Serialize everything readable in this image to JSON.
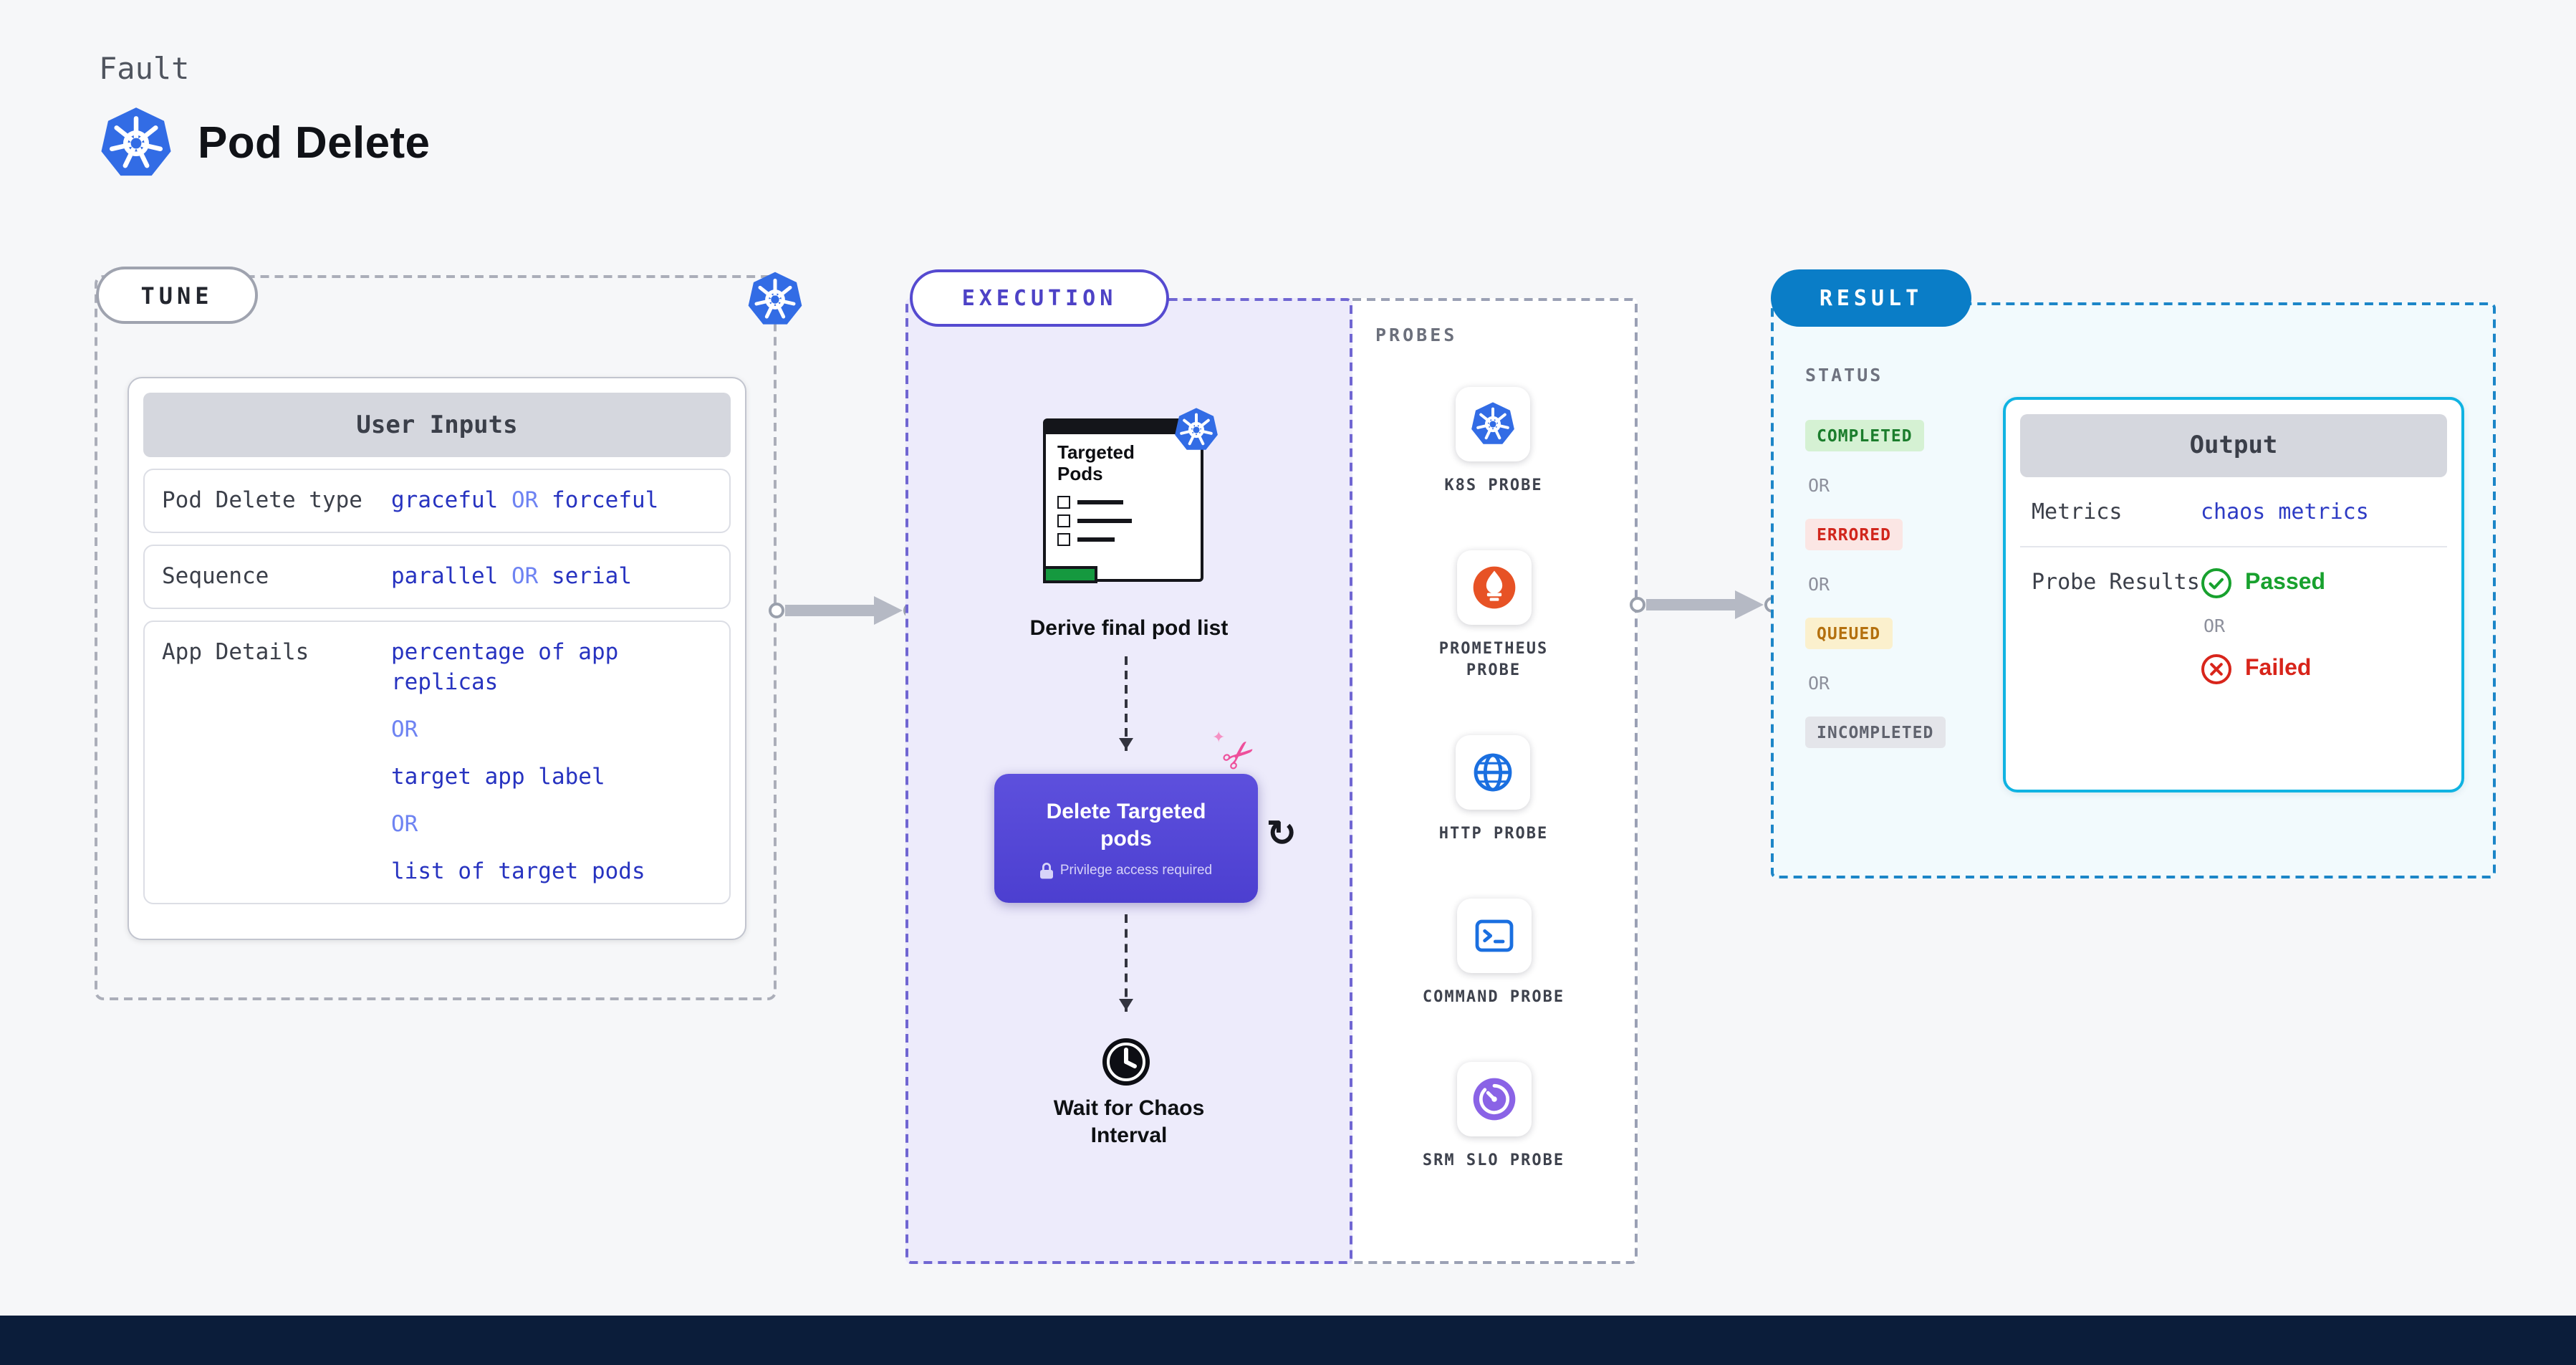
{
  "header": {
    "kicker": "Fault",
    "title": "Pod Delete"
  },
  "tune": {
    "label": "TUNE",
    "table_header": "User Inputs",
    "rows": [
      {
        "label": "Pod Delete type",
        "v1": "graceful",
        "or": "OR",
        "v2": "forceful"
      },
      {
        "label": "Sequence",
        "v1": "parallel",
        "or": "OR",
        "v2": "serial"
      }
    ],
    "app_details": {
      "label": "App Details",
      "lines": [
        "percentage of app replicas",
        "OR",
        "target app label",
        "OR",
        "list of target pods"
      ]
    }
  },
  "execution": {
    "label": "EXECUTION",
    "pods_card_title": "Targeted Pods",
    "derive_caption": "Derive final pod list",
    "delete_button": {
      "title": "Delete Targeted pods",
      "subtitle": "Privilege access required"
    },
    "wait_caption": "Wait for Chaos Interval",
    "icons": {
      "scissors": "✂",
      "sparkle": "✦",
      "loop": "↻"
    }
  },
  "probes": {
    "label": "PROBES",
    "items": [
      {
        "icon": "k8s-probe-icon",
        "label": "K8S PROBE"
      },
      {
        "icon": "prometheus-probe-icon",
        "label": "PROMETHEUS PROBE"
      },
      {
        "icon": "http-probe-icon",
        "label": "HTTP PROBE"
      },
      {
        "icon": "command-probe-icon",
        "label": "COMMAND PROBE"
      },
      {
        "icon": "srm-slo-probe-icon",
        "label": "SRM SLO PROBE"
      }
    ]
  },
  "result": {
    "label": "RESULT",
    "status_label": "STATUS",
    "or": "OR",
    "statuses": [
      {
        "label": "COMPLETED",
        "bg": "#d5f1d3",
        "fg": "#1b7d2c"
      },
      {
        "label": "ERRORED",
        "bg": "#fbe6e4",
        "fg": "#d1261c"
      },
      {
        "label": "QUEUED",
        "bg": "#fbf0cd",
        "fg": "#b4700e"
      },
      {
        "label": "INCOMPLETED",
        "bg": "#e4e5ea",
        "fg": "#60636e"
      }
    ],
    "output": {
      "header": "Output",
      "metrics_label": "Metrics",
      "metrics_value": "chaos metrics",
      "probe_results_label": "Probe Results",
      "passed": "Passed",
      "or": "OR",
      "failed": "Failed"
    }
  },
  "colors": {
    "k8s_blue": "#326ce5",
    "execution_purple": "#554ad0",
    "execution_bg": "#edebfb",
    "delete_button": "#5d50dd",
    "result_blue": "#0a7dc7",
    "output_border": "#10b3e2",
    "value_blue": "#2733c0",
    "or_blue": "#6e83f2",
    "passed_green": "#18a12e",
    "failed_red": "#d8251b",
    "prometheus_orange": "#e75225",
    "srm_purple": "#8a63e6",
    "footer_navy": "#0b1d3a"
  }
}
